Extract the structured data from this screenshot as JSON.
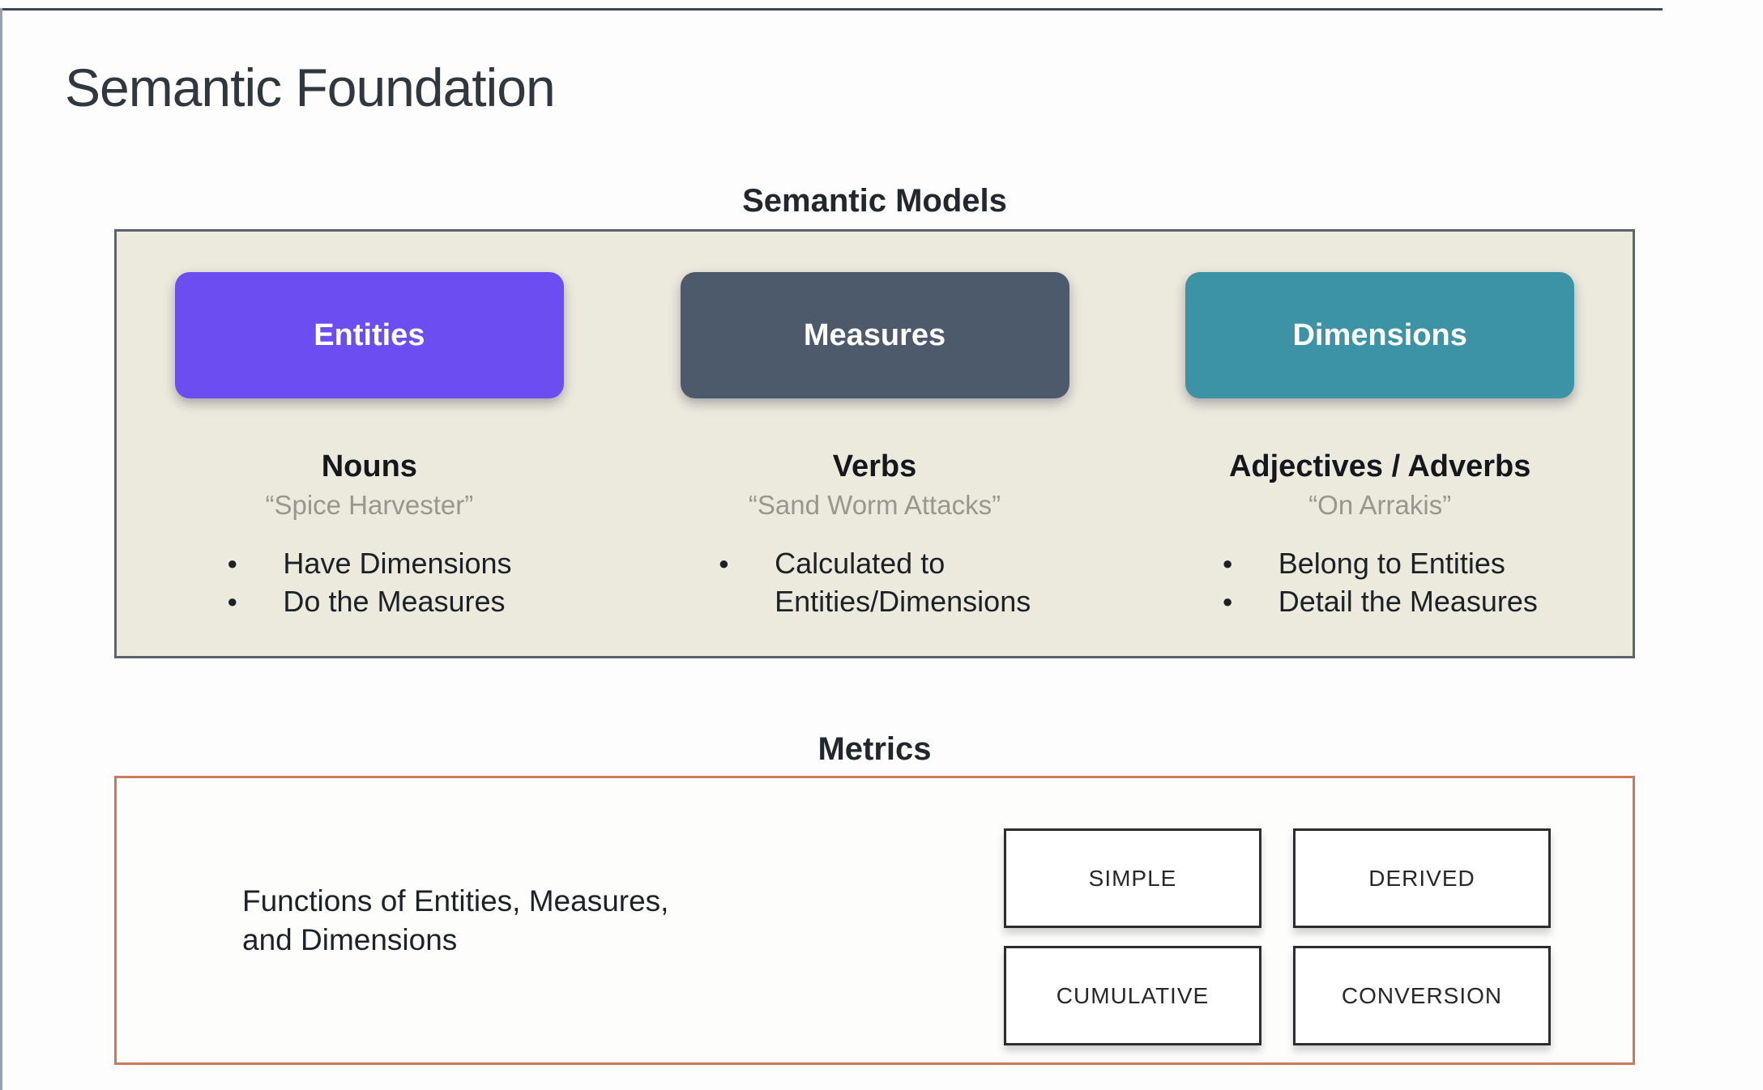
{
  "title": "Semantic Foundation",
  "models": {
    "label": "Semantic Models",
    "panel_bg": "#ECE9DD",
    "panel_border": "#5D646E",
    "cards": [
      {
        "label": "Entities",
        "color": "#6B4DF2",
        "heading": "Nouns",
        "quote": "“Spice Harvester”",
        "bullets": [
          "Have Dimensions",
          "Do the Measures"
        ]
      },
      {
        "label": "Measures",
        "color": "#4D5A6C",
        "heading": "Verbs",
        "quote": "“Sand Worm Attacks”",
        "bullets": [
          "Calculated to\nEntities/Dimensions"
        ]
      },
      {
        "label": "Dimensions",
        "color": "#3B93A5",
        "heading": "Adjectives / Adverbs",
        "quote": "“On Arrakis”",
        "bullets": [
          "Belong to Entities",
          "Detail the Measures"
        ]
      }
    ]
  },
  "metrics": {
    "label": "Metrics",
    "border_color": "#CB7A5F",
    "description": "Functions of Entities, Measures,\nand Dimensions",
    "types": [
      "SIMPLE",
      "DERIVED",
      "CUMULATIVE",
      "CONVERSION"
    ]
  }
}
